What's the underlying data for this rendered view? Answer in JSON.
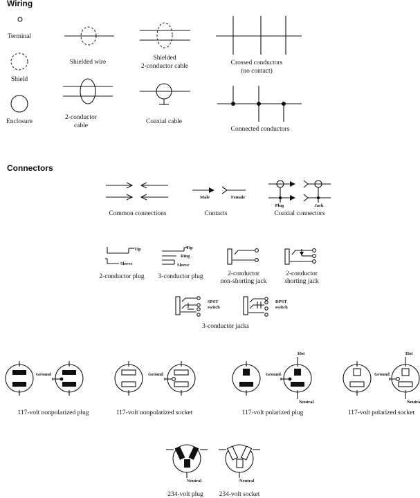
{
  "sections": {
    "wiring": "Wiring",
    "connectors": "Connectors"
  },
  "wiring": {
    "terminal": "Terminal",
    "shield": "Shield",
    "enclosure": "Enclosure",
    "shielded_wire": "Shielded wire",
    "shielded_cable_1": "Shielded",
    "shielded_cable_2": "2-conductor cable",
    "crossed_1": "Crossed conductors",
    "crossed_2": "(no contact)",
    "two_cond_1": "2-conductor",
    "two_cond_2": "cable",
    "coaxial_cable": "Coaxial cable",
    "connected": "Connected conductors"
  },
  "connectors": {
    "common": "Common connections",
    "contacts": "Contacts",
    "male": "Male",
    "female": "Female",
    "coax": "Coaxial connectors",
    "plug_small": "Plug",
    "jack_small": "Jack",
    "tip": "Tip",
    "ring": "Ring",
    "sleeve": "Sleeve",
    "plug2": "2-conductor plug",
    "plug3": "3-conductor plug",
    "nsj_1": "2-conductor",
    "nsj_2": "non-shorting jack",
    "sj_1": "2-conductor",
    "sj_2": "shorting jack",
    "spst_1": "SPST",
    "spst_2": "switch",
    "dpst_1": "DPST",
    "dpst_2": "switch",
    "jacks3": "3-conductor jacks"
  },
  "outlets": {
    "ground": "Ground",
    "hot": "Hot",
    "neutral": "Neutral",
    "np_plug": "117-volt nonpolarized plug",
    "np_socket": "117-volt nonpolarized socket",
    "p_plug": "117-volt polarized plug",
    "p_socket": "117-volt polarized socket",
    "plug234": "234-volt plug",
    "socket234": "234-volt socket"
  }
}
